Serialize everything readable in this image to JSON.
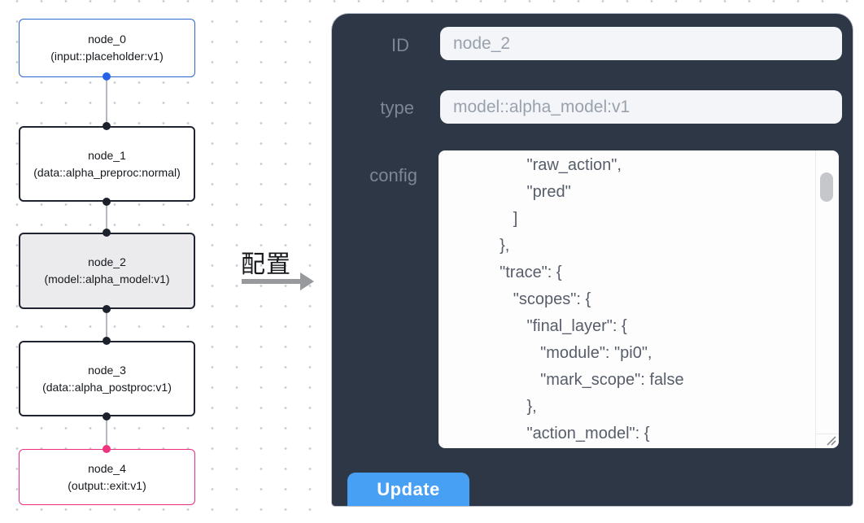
{
  "flowchart": {
    "nodes": [
      {
        "title": "node_0",
        "subtitle": "(input::placeholder:v1)",
        "role": "input",
        "border_color": "#2f66d0"
      },
      {
        "title": "node_1",
        "subtitle": "(data::alpha_preproc:normal)",
        "role": "process",
        "border_color": "#1f2430"
      },
      {
        "title": "node_2",
        "subtitle": "(model::alpha_model:v1)",
        "role": "process",
        "border_color": "#1f2430",
        "selected": true
      },
      {
        "title": "node_3",
        "subtitle": "(data::alpha_postproc:v1)",
        "role": "process",
        "border_color": "#1f2430"
      },
      {
        "title": "node_4",
        "subtitle": "(output::exit:v1)",
        "role": "output",
        "border_color": "#ec2f80"
      }
    ],
    "handle_colors": {
      "input": "#2563eb",
      "default": "#1c212c",
      "output": "#f0337f"
    }
  },
  "arrow": {
    "label": "配置"
  },
  "panel": {
    "fields": [
      {
        "label": "ID",
        "value": "node_2"
      },
      {
        "label": "type",
        "value": "model::alpha_model:v1"
      }
    ],
    "config_label": "config",
    "config_text": "                 \"raw_action\",\n                 \"pred\"\n              ]\n           },\n           \"trace\": {\n              \"scopes\": {\n                 \"final_layer\": {\n                    \"module\": \"pi0\",\n                    \"mark_scope\": false\n                 },\n                 \"action_model\": {",
    "update_label": "Update",
    "colors": {
      "panel_bg": "#2e3746",
      "button": "#48a0f4",
      "input_bg": "#f3f5f9"
    }
  }
}
